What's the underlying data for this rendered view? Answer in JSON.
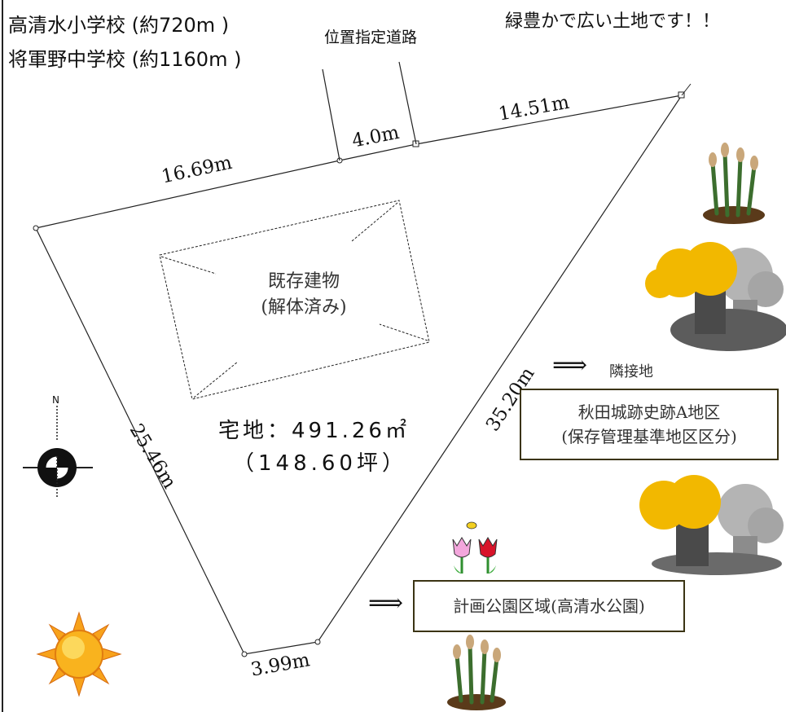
{
  "header": {
    "school_1": "高清水小学校 (約720m )",
    "school_2": "将軍野中学校 (約1160m )",
    "road_label": "位置指定道路",
    "catch_copy": "緑豊かで広い土地です！！"
  },
  "dimensions": {
    "top_left": "16.69m",
    "road_width": "4.0m",
    "top_right": "14.51m",
    "left": "25.46m",
    "right": "35.20m",
    "bottom": "3.99m"
  },
  "building": {
    "line_1": "既存建物",
    "line_2": "(解体済み)"
  },
  "lot": {
    "area": "宅地：491.26㎡",
    "tsubo": "（148.60坪）"
  },
  "neighbor": {
    "arrow": "⟹",
    "label": "隣接地",
    "box_line_1": "秋田城跡史跡A地区",
    "box_line_2": "(保存管理基準地区区分)"
  },
  "park": {
    "arrow": "⟹",
    "label": "計画公園区域(高清水公園)"
  },
  "compass": {
    "north": "N"
  },
  "colors": {
    "line": "#222222",
    "box_border": "#3b3414",
    "tree_yellow": "#f2b800",
    "tree_grey": "#9a9a9a",
    "sun": "#f7a21b"
  }
}
